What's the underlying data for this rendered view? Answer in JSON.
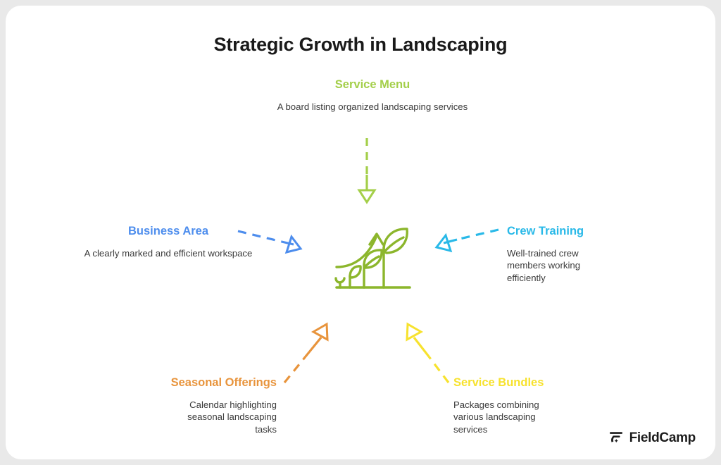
{
  "page": {
    "title": "Strategic Growth in Landscaping",
    "background_color": "#e9e9e9",
    "card_color": "#ffffff"
  },
  "center": {
    "icon_name": "plant-growth-icon",
    "color": "#8cb62c"
  },
  "nodes": [
    {
      "id": "service-menu",
      "title": "Service Menu",
      "description": "A board listing organized landscaping services",
      "color": "#a4cf4a",
      "position": "top",
      "align": "center"
    },
    {
      "id": "business-area",
      "title": "Business Area",
      "description": "A clearly marked and efficient workspace",
      "color": "#4d8ded",
      "position": "left",
      "align": "center"
    },
    {
      "id": "crew-training",
      "title": "Crew Training",
      "description": "Well-trained crew members working efficiently",
      "color": "#29b9e8",
      "position": "right",
      "align": "left"
    },
    {
      "id": "seasonal-offerings",
      "title": "Seasonal Offerings",
      "description": "Calendar highlighting seasonal landscaping tasks",
      "color": "#e8943c",
      "position": "bottom-left",
      "align": "right"
    },
    {
      "id": "service-bundles",
      "title": "Service Bundles",
      "description": "Packages combining various landscaping services",
      "color": "#f7e22e",
      "position": "bottom-right",
      "align": "left"
    }
  ],
  "arrows": [
    {
      "id": "arrow-service-menu",
      "color": "#a4cf4a",
      "direction": "down"
    },
    {
      "id": "arrow-business-area",
      "color": "#4d8ded",
      "direction": "right-down"
    },
    {
      "id": "arrow-crew-training",
      "color": "#29b9e8",
      "direction": "left-down"
    },
    {
      "id": "arrow-seasonal-offerings",
      "color": "#e8943c",
      "direction": "up-right"
    },
    {
      "id": "arrow-service-bundles",
      "color": "#f7e22e",
      "direction": "up-left"
    }
  ],
  "logo": {
    "text": "FieldCamp",
    "mark_name": "fieldcamp-logo-mark",
    "color": "#1c1c1c"
  }
}
